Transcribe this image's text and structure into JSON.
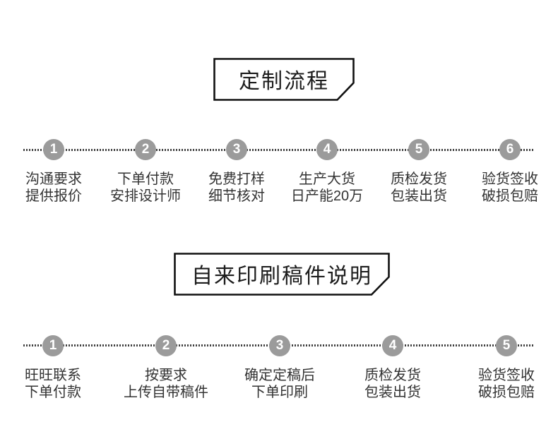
{
  "canvas": {
    "background": "#ffffff"
  },
  "colors": {
    "circle_fill": "#9b9b9b",
    "circle_number": "#ffffff",
    "dotted_line": "#404040",
    "label_text": "#333333",
    "title_text": "#1c1c1c",
    "box_border": "#111111"
  },
  "sections": [
    {
      "title": "定制流程",
      "steps": [
        {
          "num": "1",
          "line1": "沟通要求",
          "line2": "提供报价"
        },
        {
          "num": "2",
          "line1": "下单付款",
          "line2": "安排设计师"
        },
        {
          "num": "3",
          "line1": "免费打样",
          "line2": "细节核对"
        },
        {
          "num": "4",
          "line1": "生产大货",
          "line2": "日产能20万"
        },
        {
          "num": "5",
          "line1": "质检发货",
          "line2": "包装出货"
        },
        {
          "num": "6",
          "line1": "验货签收",
          "line2": "破损包赔"
        }
      ]
    },
    {
      "title": "自来印刷稿件说明",
      "steps": [
        {
          "num": "1",
          "line1": "旺旺联系",
          "line2": "下单付款"
        },
        {
          "num": "2",
          "line1": "按要求",
          "line2": "上传自带稿件"
        },
        {
          "num": "3",
          "line1": "确定定稿后",
          "line2": "下单印刷"
        },
        {
          "num": "4",
          "line1": "质检发货",
          "line2": "包装出货"
        },
        {
          "num": "5",
          "line1": "验货签收",
          "line2": "破损包赔"
        }
      ]
    }
  ]
}
